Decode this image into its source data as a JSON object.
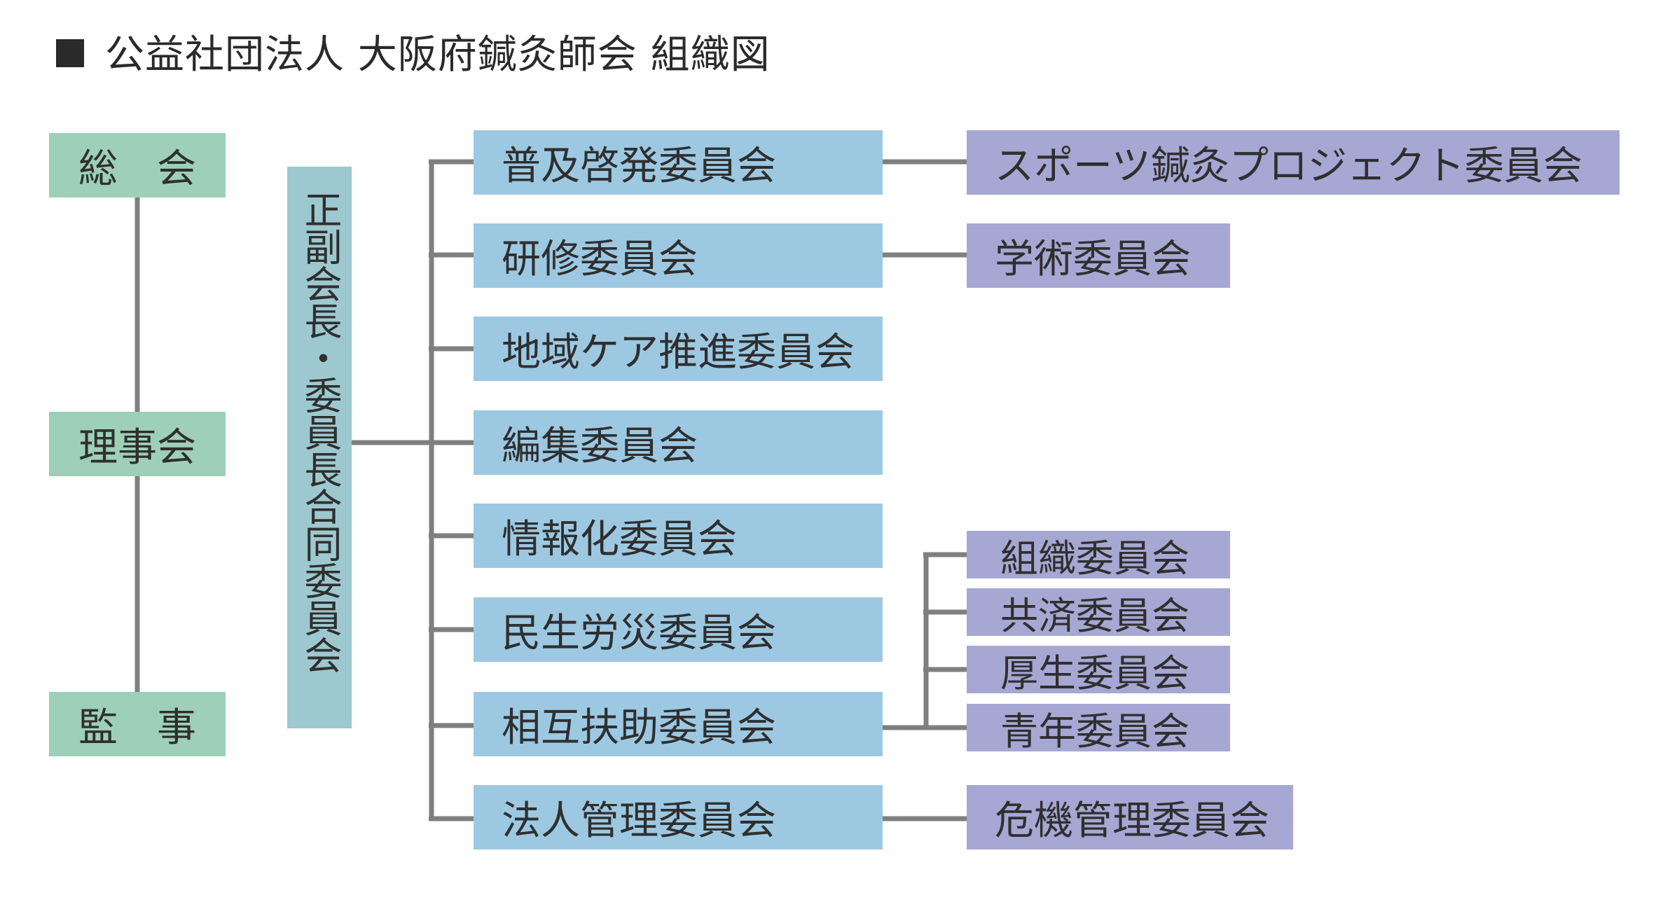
{
  "title": "公益社団法人 大阪府鍼灸師会 組織図",
  "left_column": [
    "総　会",
    "理事会",
    "監　事"
  ],
  "joint_committee": "正副会長・委員長合同委員会",
  "committees": [
    "普及啓発委員会",
    "研修委員会",
    "地域ケア推進委員会",
    "編集委員会",
    "情報化委員会",
    "民生労災委員会",
    "相互扶助委員会",
    "法人管理委員会"
  ],
  "sub_committees": {
    "sports": "スポーツ鍼灸プロジェクト委員会",
    "academic": "学術委員会",
    "organization": "組織委員会",
    "mutual_aid": "共済委員会",
    "welfare": "厚生委員会",
    "youth": "青年委員会",
    "crisis": "危機管理委員会"
  },
  "colors": {
    "governance": "#9ecfb8",
    "joint": "#9dc8cf",
    "committee": "#9dc8e2",
    "sub_committee": "#a6a7d3",
    "line": "#7f7f7f"
  }
}
